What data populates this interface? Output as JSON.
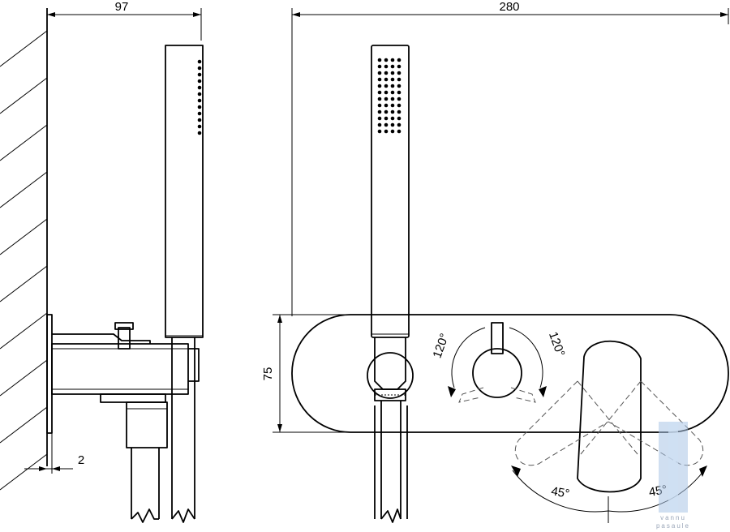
{
  "dimensions": {
    "depth": "97",
    "width": "280",
    "height": "75",
    "wall_gap": "2"
  },
  "angles": {
    "handle_left": "120°",
    "handle_right": "120°",
    "lever_left": "45°",
    "lever_right": "45°"
  },
  "watermark": {
    "line1": "vannu",
    "line2": "pasaule"
  },
  "colors": {
    "line": "#000000",
    "dashed": "#555555",
    "watermark": "#a9c4e6"
  }
}
